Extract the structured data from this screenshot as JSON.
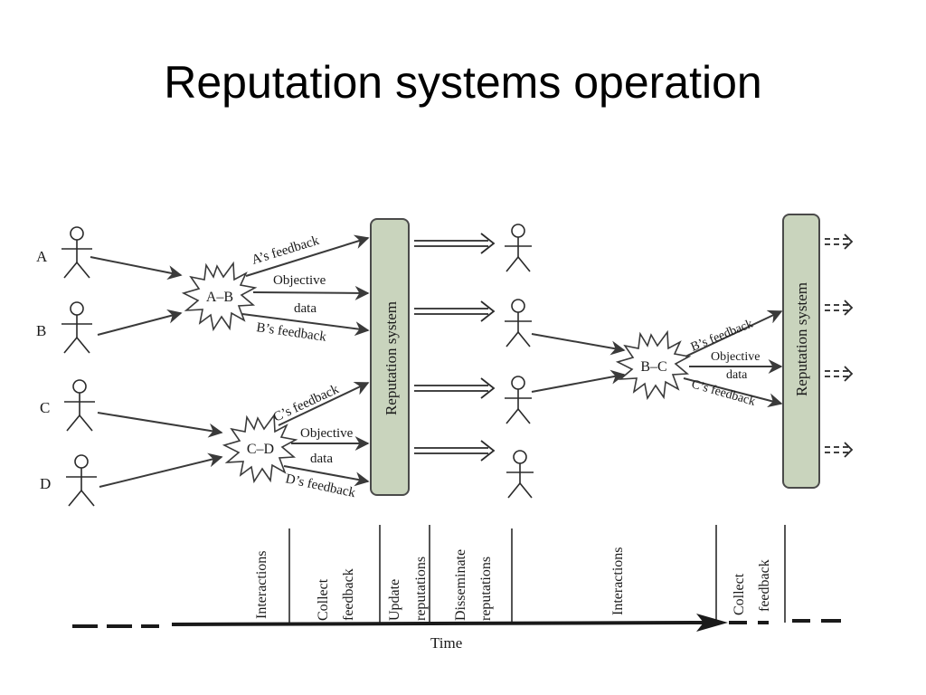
{
  "title": "Reputation systems operation",
  "participants": [
    "A",
    "B",
    "C",
    "D"
  ],
  "interactions": {
    "ab": "A–B",
    "cd": "C–D",
    "bc": "B–C"
  },
  "feedback": {
    "a": "A’s feedback",
    "b": "B’s feedback",
    "c": "C’s feedback",
    "d": "D’s feedback",
    "b2": "B’s feedback",
    "c2": "C’s feedback"
  },
  "objective_line1": "Objective",
  "objective_line2": "data",
  "system_label": "Reputation system",
  "phases": {
    "interactions": "Interactions",
    "collect": "Collect",
    "feedback": "feedback",
    "update": "Update",
    "reputations": "reputations",
    "disseminate": "Disseminate",
    "interactions2": "Interactions"
  },
  "time_label": "Time",
  "colors": {
    "system_fill": "#c9d4bd",
    "system_stroke": "#4a4a4a",
    "ink": "#2a2a2a"
  }
}
